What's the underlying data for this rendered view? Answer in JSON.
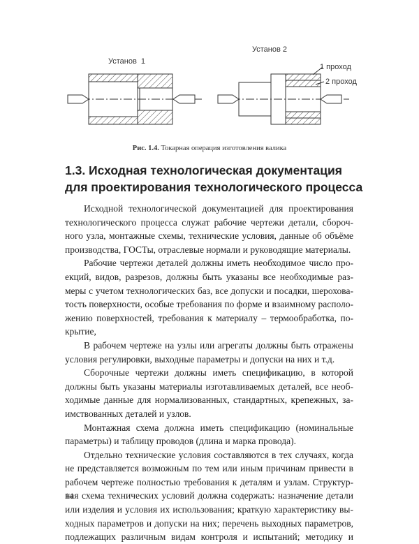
{
  "figure": {
    "setup1_label": "Установ  1",
    "setup2_label": "Установ 2",
    "pass1_label": "1 проход",
    "pass2_label": "2 проход"
  },
  "caption": {
    "label": "Рис. 1.4.",
    "text": "Токарная операция изготовления валика"
  },
  "heading": {
    "line1": "1.3. Исходная технологическая документация",
    "line2": "для проектирования технологического процесса"
  },
  "paragraphs": [
    {
      "lines": [
        "Исходной технологической документацией для проектирования",
        "технологического процесса служат рабочие чертежи детали, сбороч-",
        "ного узла, монтажные схемы, технические условия, данные об объёме",
        "производства, ГОСТы, отраслевые нормали и руководящие материалы."
      ]
    },
    {
      "lines": [
        "Рабочие чертежи деталей должны иметь необходимое число про-",
        "екций, видов, разрезов, должны быть указаны все необходимые раз-",
        "меры с учетом технологических баз, все допуски и посадки, шерохова-",
        "тость поверхности, особые требования по форме и взаимному располо-",
        "жению поверхностей, требования к материалу – термообработка, по-",
        "крытие,"
      ]
    },
    {
      "lines": [
        "В рабочем чертеже на узлы или агрегаты должны быть отражены",
        "условия регулировки, выходные параметры и допуски на них и т.д."
      ]
    },
    {
      "lines": [
        "Сборочные чертежи должны иметь спецификацию, в которой",
        "должны быть указаны материалы изготавливаемых деталей, все необ-",
        "ходимые данные для нормализованных, стандартных, крепежных, за-",
        "имствованных деталей и узлов."
      ]
    },
    {
      "lines": [
        "Монтажная схема должна иметь спецификацию (номинальные",
        "параметры) и таблицу проводов (длина и марка провода)."
      ]
    },
    {
      "lines": [
        "Отдельно технические условия составляются в тех случаях, когда",
        "не представляется возможным по тем или иным причинам привести в",
        "рабочем чертеже полностью требования к деталям и узлам. Структур-",
        "ная схема технических условий должна содержать: назначение детали",
        "или изделия и условия их использования; краткую характеристику вы-",
        "ходных параметров и допуски на них; перечень выходных параметров,",
        "подлежащих различным видам контроля и испытаний; методику и"
      ]
    }
  ],
  "page_number": "14"
}
